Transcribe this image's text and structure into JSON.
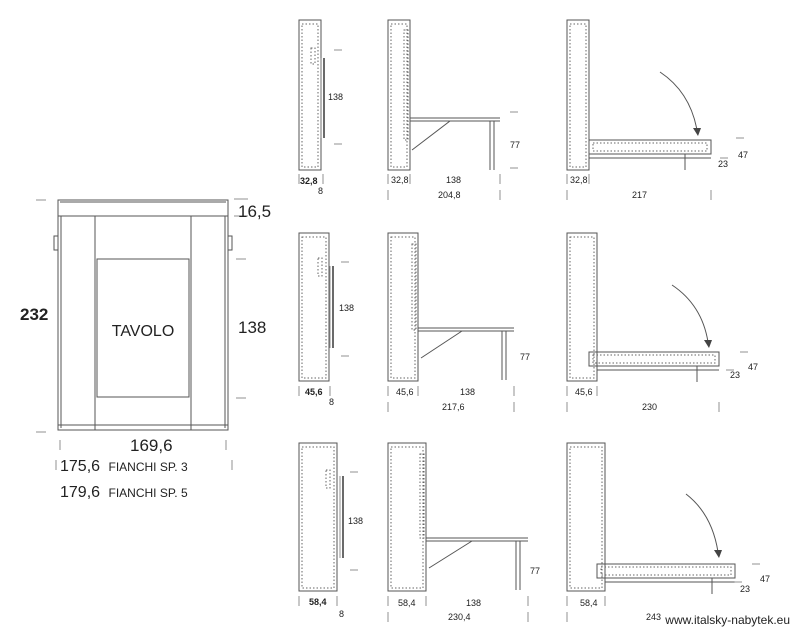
{
  "front_view": {
    "height": "232",
    "top_dim": "16,5",
    "inner_height": "138",
    "panel_label": "TAVOLO",
    "width": "169,6",
    "width_alt1_value": "175,6",
    "width_alt1_label": "FIANCHI SP. 3",
    "width_alt2_value": "179,6",
    "width_alt2_label": "FIANCHI SP. 5"
  },
  "rows": [
    {
      "closed": {
        "depth": "32,8",
        "panel": "8",
        "height": "138"
      },
      "table": {
        "depth": "32,8",
        "table_len": "138",
        "total": "204,8",
        "table_h": "77"
      },
      "bed": {
        "depth": "32,8",
        "total": "217",
        "h1": "47",
        "h2": "23"
      }
    },
    {
      "closed": {
        "depth": "45,6",
        "panel": "8",
        "height": "138"
      },
      "table": {
        "depth": "45,6",
        "table_len": "138",
        "total": "217,6",
        "table_h": "77"
      },
      "bed": {
        "depth": "45,6",
        "total": "230",
        "h1": "47",
        "h2": "23"
      }
    },
    {
      "closed": {
        "depth": "58,4",
        "panel": "8",
        "height": "138"
      },
      "table": {
        "depth": "58,4",
        "table_len": "138",
        "total": "230,4",
        "table_h": "77"
      },
      "bed": {
        "depth": "58,4",
        "total": "243",
        "h1": "47",
        "h2": "23"
      }
    }
  ],
  "watermark": "www.italsky-nabytek.eu"
}
